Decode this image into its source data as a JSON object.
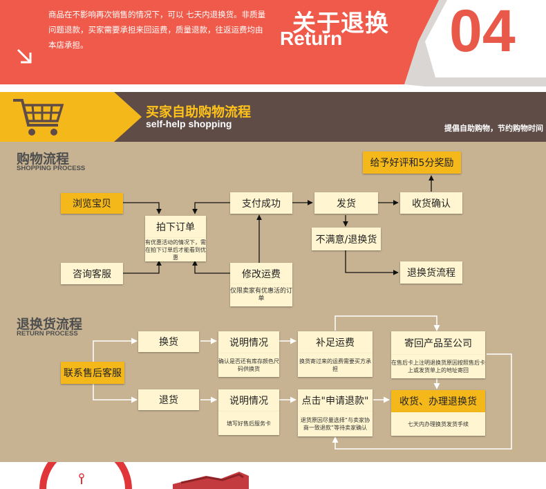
{
  "return_banner": {
    "text": "商品在不影响再次销售的情况下，可以 七天内退换货。非质量问题退款，买家需要承担来回运费，质量退款，往返运费均由本店承担。",
    "title_cn": "关于退换",
    "title_en": "Return",
    "number": "04"
  },
  "shopping_banner": {
    "title_cn": "买家自助购物流程",
    "title_en": "self-help shopping",
    "slogan": "提倡自助购物，节约购物时间"
  },
  "shopping_process": {
    "title_cn": "购物流程",
    "title_en": "SHOPPING PROCESS",
    "browse": "浏览宝贝",
    "order": "拍下订单",
    "order_note": "有优惠活动的情况下，需在拍下订单后才能看到优惠",
    "consult": "咨询客服",
    "pay": "支付成功",
    "modify_freight": "修改运费",
    "modify_note": "仅限卖家有优惠活的订单",
    "ship": "发货",
    "confirm": "收货确认",
    "reward": "给予好评和5分奖励",
    "unsatisfied": "不满意/退换货",
    "return_flow": "退换货流程"
  },
  "return_process": {
    "title_cn": "退换货流程",
    "title_en": "RETURN PROCESS",
    "contact": "联系售后客服",
    "exchange": "换货",
    "refund": "退货",
    "explain1": "说明情况",
    "explain1_note": "确认是否还有库存颜色尺码供换货",
    "explain2": "说明情况",
    "explain2_note": "填写好售后服务卡",
    "add_freight": "补足运费",
    "add_freight_note": "换货寄过来的运费需要买方承担",
    "apply_refund": "点击\"申请退款\"",
    "apply_note": "退货原因尽量选择“与卖家协商一致退款”等待卖家确认",
    "send_back": "寄回产品至公司",
    "send_back_note": "在售后卡上注明退换货原因按照售后卡上或发货单上的地址寄回",
    "receive": "收货、办理退换货",
    "receive_note": "七天内办理换货发货手续"
  },
  "colors": {
    "coral": "#f05a4a",
    "brown": "#5f4c47",
    "tan": "#c7b392",
    "yellow": "#f5b81a",
    "cream": "#fff5d0"
  }
}
